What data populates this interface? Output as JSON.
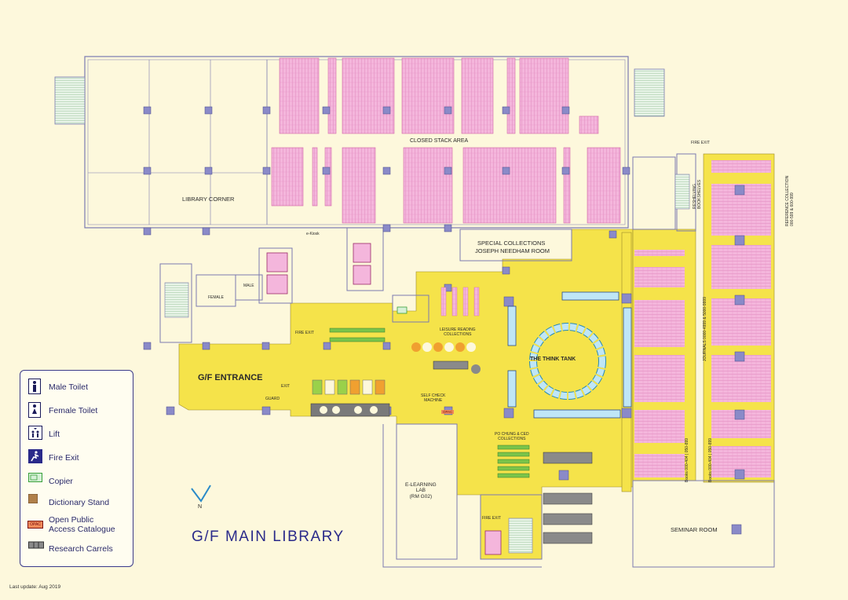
{
  "map": {
    "title": "G/F MAIN LIBRARY",
    "last_update": "Last update: Aug 2019",
    "north_label": "N",
    "labels": {
      "closed_stack": "CLOSED STACK AREA",
      "library_corner": "LIBRARY CORNER",
      "ekiosk": "e-Kiosk",
      "special_collections": "SPECIAL COLLECTIONS",
      "joseph_needham": "JOSEPH NEEDHAM ROOM",
      "gf_entrance": "G/F ENTRANCE",
      "fire_exit": "FIRE EXIT",
      "exit": "EXIT",
      "guard": "GUARD",
      "male": "MALE",
      "female": "FEMALE",
      "leisure_reading": "LEISURE READING\nCOLLECTIONS",
      "think_tank": "THE THINK TANK",
      "self_check": "SELF CHECK\nMACHINE",
      "opac": "OPAC",
      "po_chung": "PO CHUNG & CED\nCOLLECTIONS",
      "elearning": "E-LEARNING\nLAB\n(RM G02)",
      "seminar_room": "SEMINAR ROOM",
      "reshelving": "RESHELVING\nBOOKSHELVES",
      "reference_collection": "REFERENCE COLLECTION\n000-599 & 600-999",
      "journals": "JOURNALS 0000-4999 & 5000-9999",
      "books_left": "Books 000-404 | 050-899",
      "books_right": "Books 000-404 | 050-899"
    }
  },
  "legend": {
    "items": [
      {
        "icon": "male-toilet-icon",
        "label": "Male Toilet"
      },
      {
        "icon": "female-toilet-icon",
        "label": "Female Toilet"
      },
      {
        "icon": "lift-icon",
        "label": "Lift"
      },
      {
        "icon": "fire-exit-icon",
        "label": "Fire Exit"
      },
      {
        "icon": "copier-icon",
        "label": "Copier"
      },
      {
        "icon": "dictionary-stand-icon",
        "label": "Dictionary Stand"
      },
      {
        "icon": "opac-icon",
        "icon_text": "OPAC",
        "label": "Open Public\nAccess Catalogue"
      },
      {
        "icon": "research-carrels-icon",
        "label": "Research Carrels"
      }
    ]
  },
  "colors": {
    "background": "#fdf8dc",
    "floor_yellow": "#f5e34a",
    "shelf_pink": "#f4b6dc",
    "shelf_line": "#d36aa8",
    "wall": "#7a7ab0",
    "column": "#8a8ac8",
    "blue_text": "#2a2a8a"
  }
}
